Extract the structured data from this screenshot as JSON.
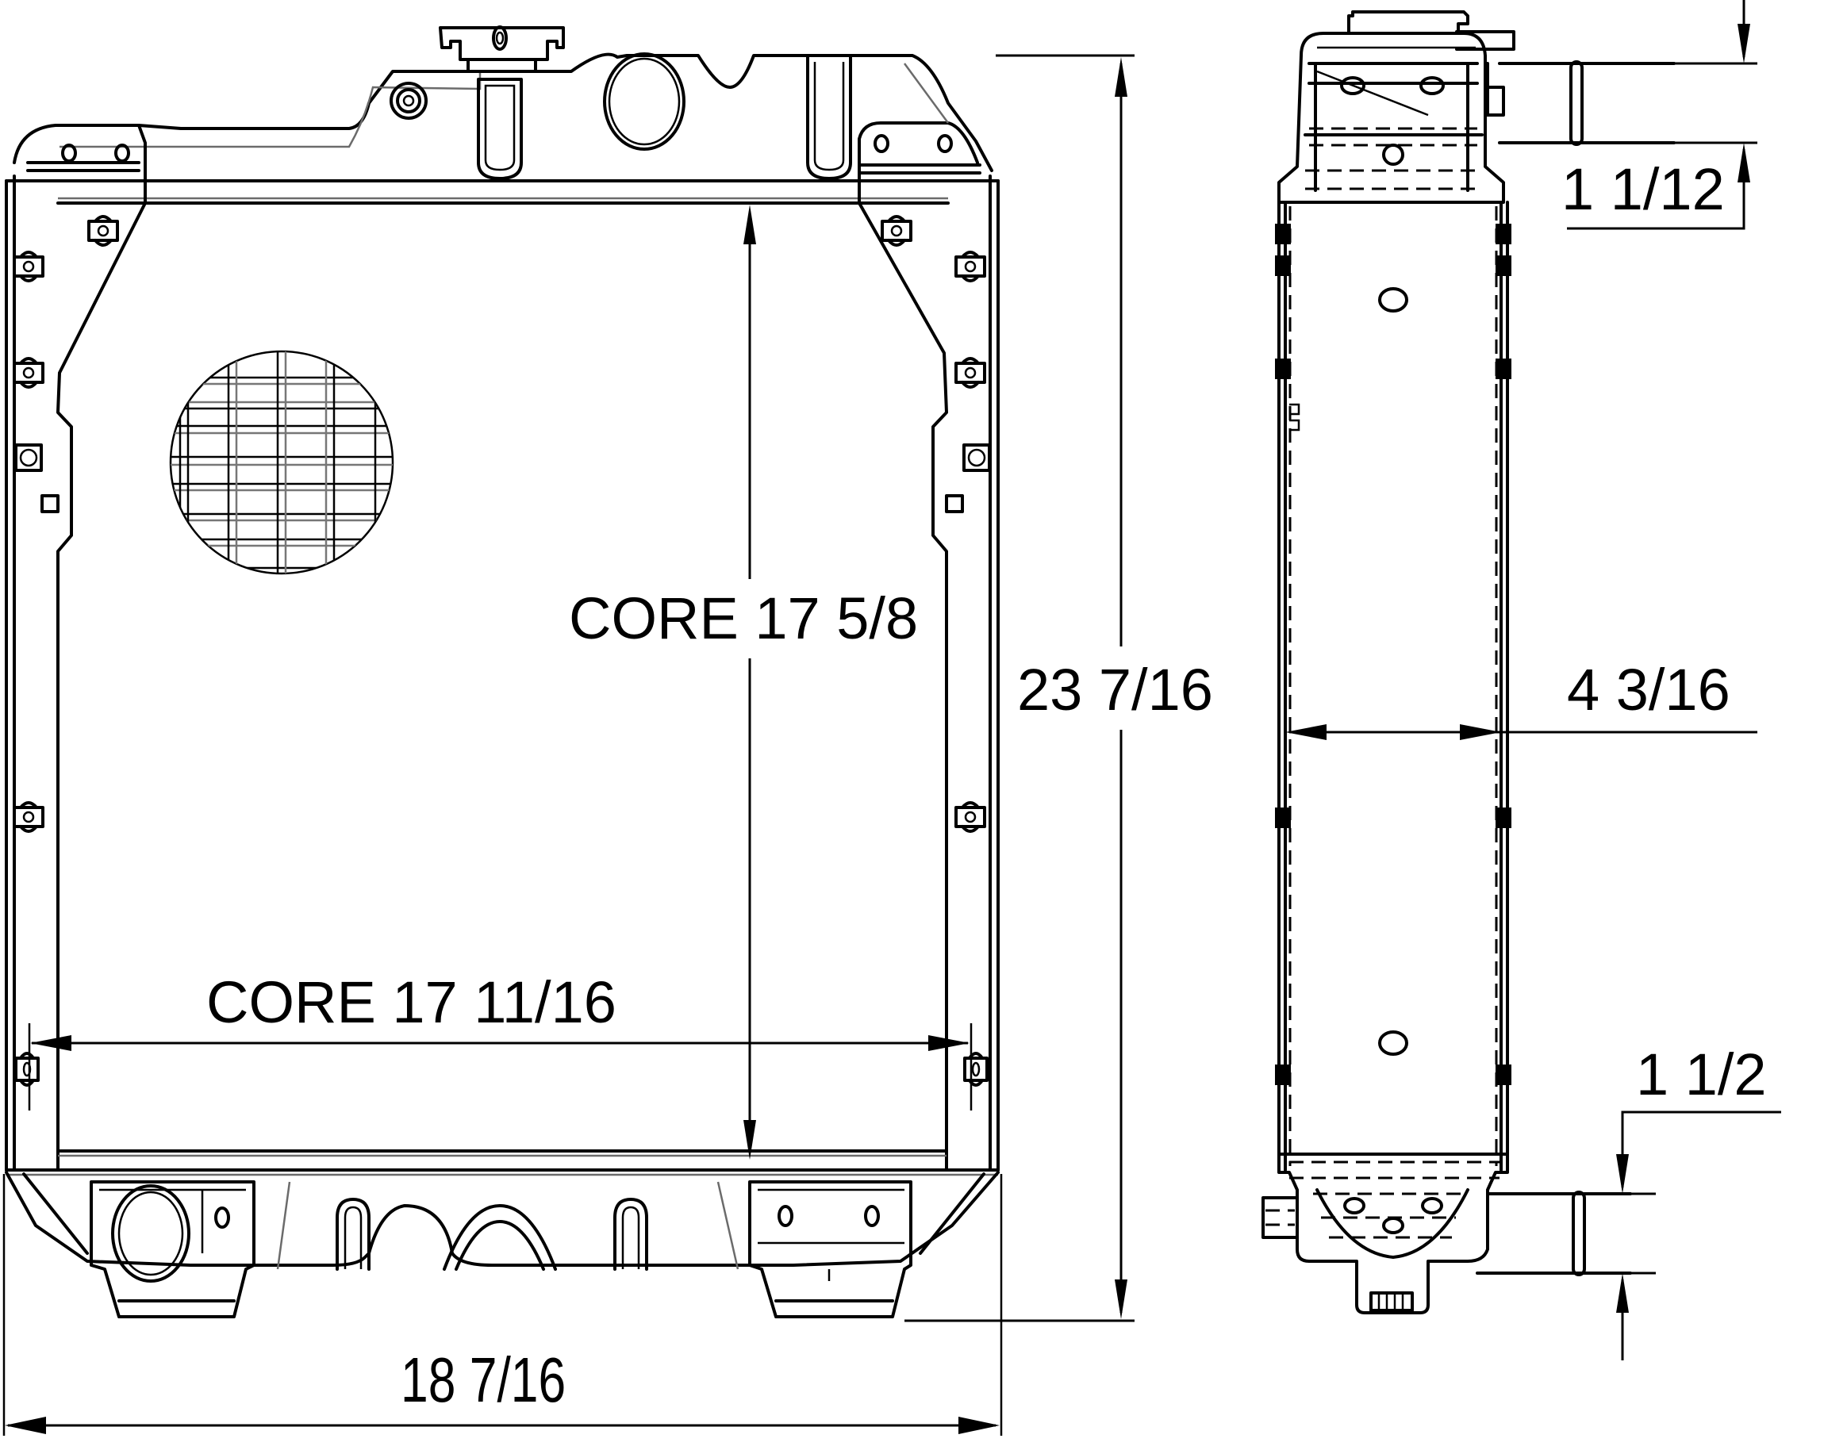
{
  "drawing": {
    "title": "Radiator dimensional drawing",
    "views": [
      "front-view",
      "side-view"
    ],
    "units": "inches",
    "line_color": "#000000",
    "secondary_line_color": "#6b6b6b",
    "background": "#ffffff"
  },
  "dimensions": {
    "core_height": {
      "label": "CORE 17 5/8",
      "value": "17 5/8"
    },
    "core_width": {
      "label": "CORE 17 11/16",
      "value": "17 11/16"
    },
    "overall_height": {
      "label": "23 7/16",
      "value": "23 7/16"
    },
    "overall_width": {
      "label": "18 7/16",
      "value": "18 7/16"
    },
    "depth": {
      "label": "4 3/16",
      "value": "4 3/16"
    },
    "inlet_diameter": {
      "label": "1 1/12",
      "value": "1 1/12"
    },
    "outlet_diameter": {
      "label": "1 1/2",
      "value": "1 1/2"
    }
  }
}
